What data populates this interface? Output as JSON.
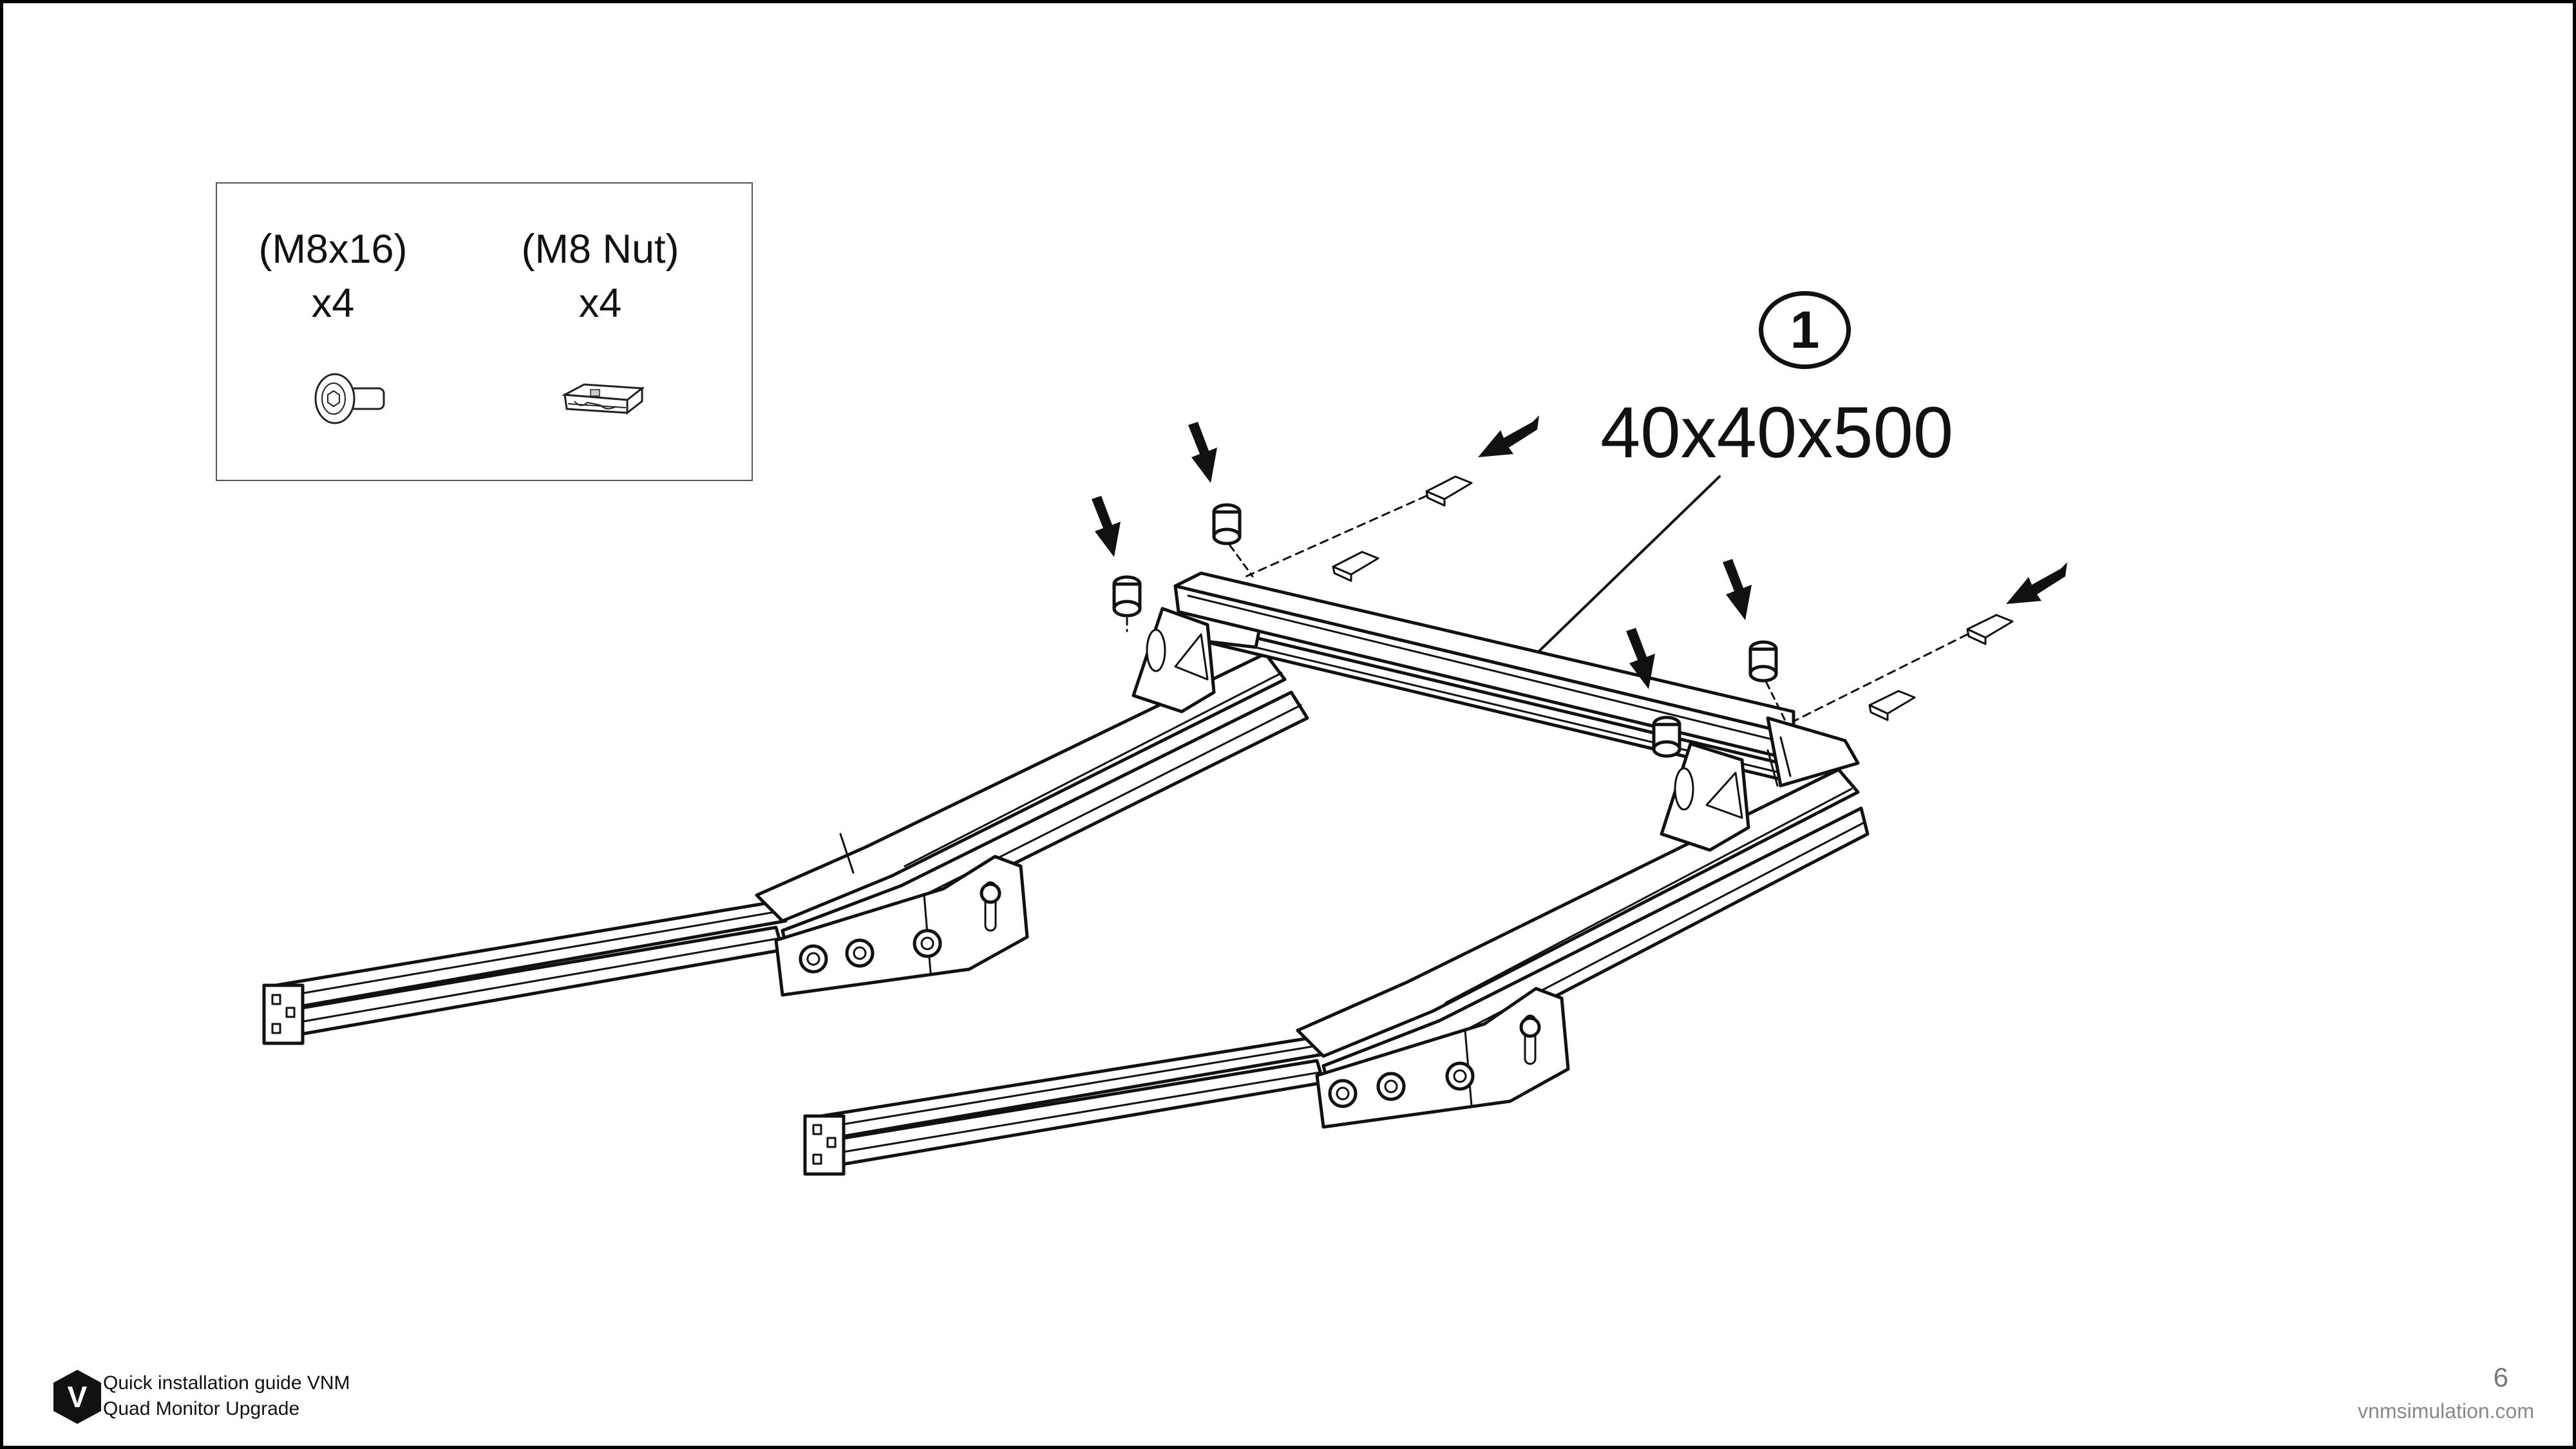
{
  "parts": [
    {
      "name": "(M8x16)",
      "qty": "x4",
      "icon": "bolt-icon"
    },
    {
      "name": "(M8 Nut)",
      "qty": "x4",
      "icon": "t-nut-icon"
    }
  ],
  "step": {
    "number": "1",
    "label": "40x40x500"
  },
  "footer": {
    "line1": "Quick installation guide VNM",
    "line2": "Quad Monitor Upgrade",
    "page": "6",
    "site": "vnmsimulation.com",
    "logo_letter": "V"
  }
}
